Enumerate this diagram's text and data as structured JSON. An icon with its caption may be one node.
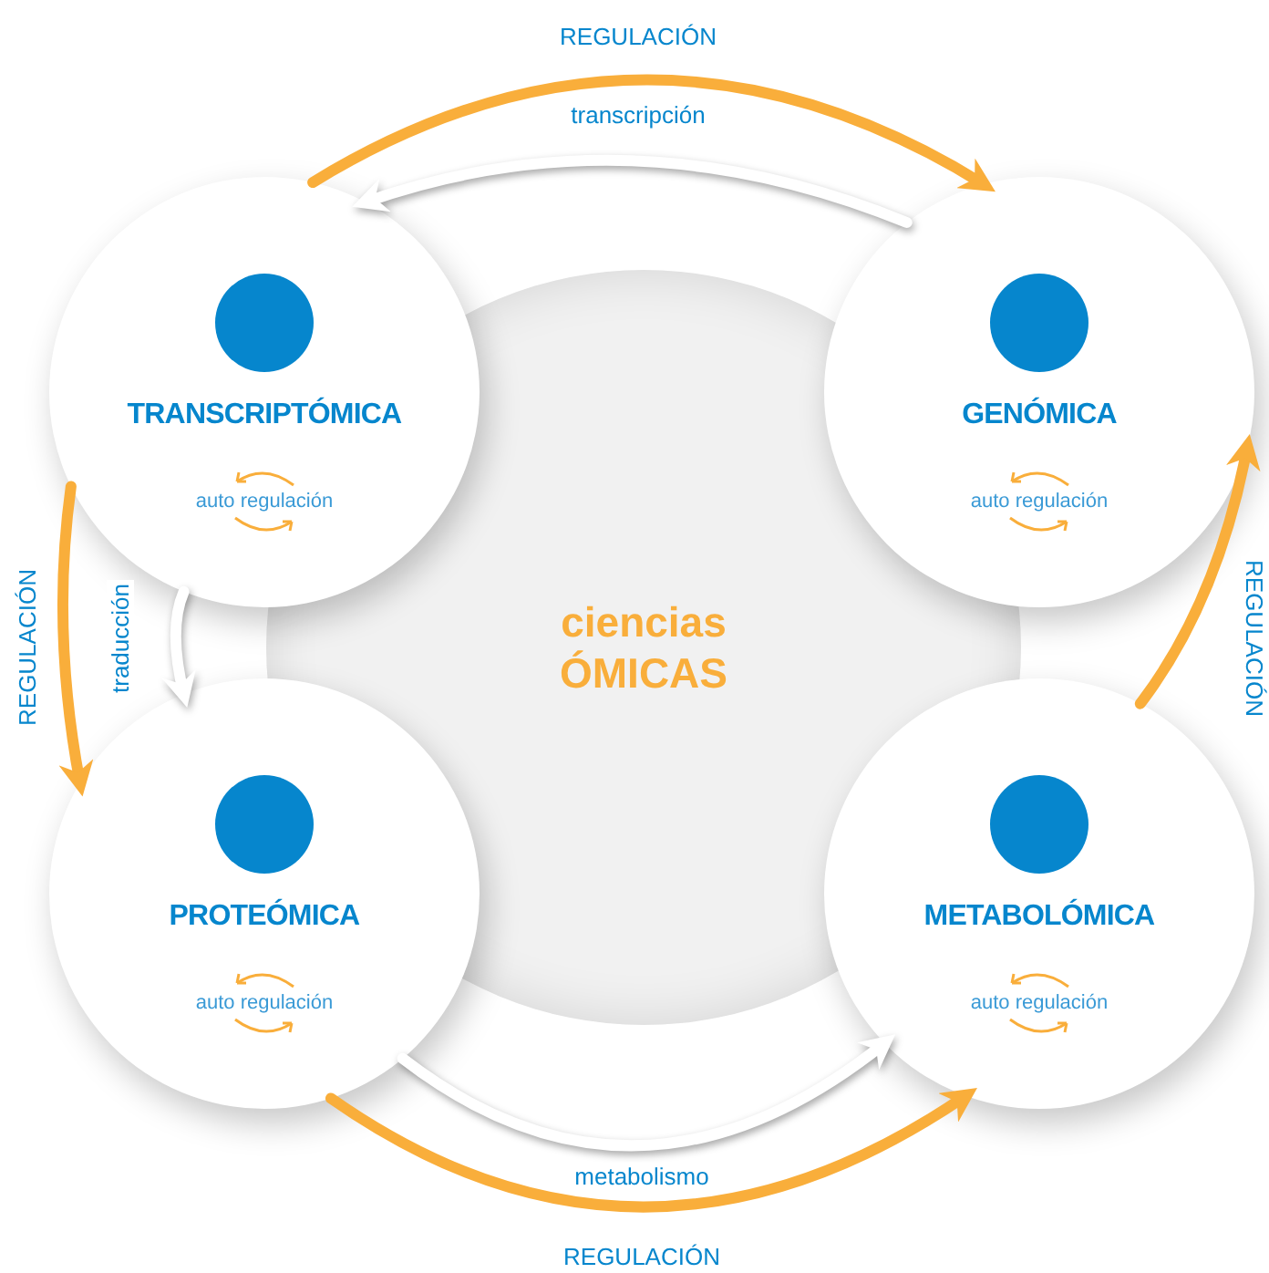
{
  "diagram": {
    "nodes": [
      {
        "text": [
          "ciencias ÓMICAS"
        ]
      },
      {
        "text": [
          "TRANSCRIPTÓMICA",
          "auto regulación"
        ]
      },
      {
        "text": [
          "GENÓMICA",
          "auto regulación"
        ]
      },
      {
        "text": [
          "PROTEÓMICA",
          "auto regulación"
        ]
      },
      {
        "text": [
          "METABOLÓMICA",
          "auto regulación"
        ]
      }
    ],
    "edges": [
      {
        "from": 1,
        "to": 2,
        "arrow": "to",
        "label": "REGULACIÓN"
      },
      {
        "from": 2,
        "to": 1,
        "arrow": "to",
        "label": "transcripción",
        "color": "#ffffff"
      },
      {
        "from": 1,
        "to": 3,
        "arrow": "to",
        "label": "REGULACIÓN"
      },
      {
        "from": 1,
        "to": 3,
        "arrow": "to",
        "label": "traducción",
        "color": "#ffffff"
      },
      {
        "from": 3,
        "to": 4,
        "arrow": "to",
        "label": "REGULACIÓN"
      },
      {
        "from": 3,
        "to": 4,
        "arrow": "to",
        "label": "metabolismo",
        "color": "#ffffff"
      },
      {
        "from": 4,
        "to": 2,
        "arrow": "to",
        "label": "REGULACIÓN"
      }
    ]
  }
}
